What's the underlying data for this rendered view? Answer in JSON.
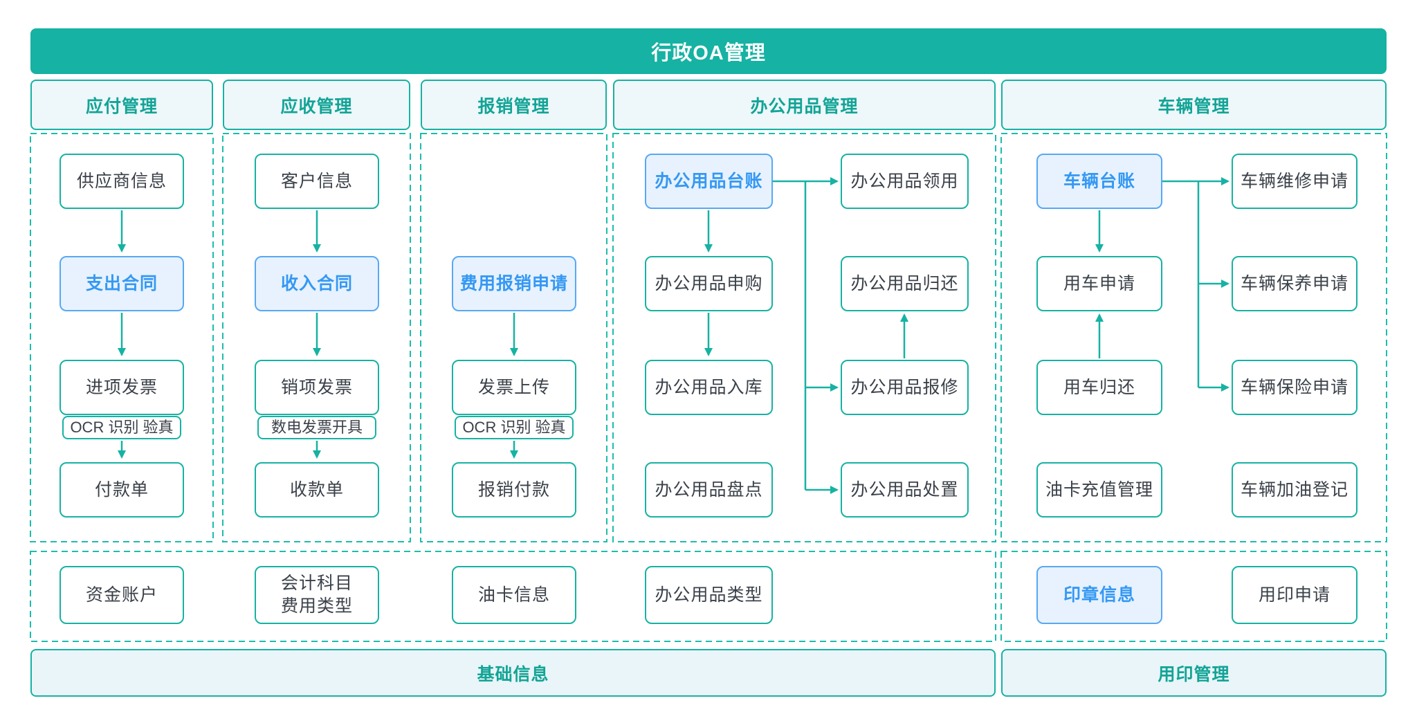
{
  "banner": {
    "title": "行政OA管理"
  },
  "sections": {
    "payable": {
      "header": "应付管理",
      "nodes": {
        "supplier_info": "供应商信息",
        "expense_contract": "支出合同",
        "input_invoice": "进项发票",
        "ocr_verify": "OCR 识别 验真",
        "payment_slip": "付款单"
      }
    },
    "receivable": {
      "header": "应收管理",
      "nodes": {
        "customer_info": "客户信息",
        "income_contract": "收入合同",
        "output_invoice": "销项发票",
        "digital_invoice_issue": "数电发票开具",
        "receipt_slip": "收款单"
      }
    },
    "reimburse": {
      "header": "报销管理",
      "nodes": {
        "expense_claim": "费用报销申请",
        "invoice_upload": "发票上传",
        "ocr_verify": "OCR 识别 验真",
        "reimburse_payment": "报销付款"
      }
    },
    "office_supplies": {
      "header": "办公用品管理",
      "nodes": {
        "ledger": "办公用品台账",
        "purchase_request": "办公用品申购",
        "inbound": "办公用品入库",
        "stocktake": "办公用品盘点",
        "requisition": "办公用品领用",
        "return": "办公用品归还",
        "repair": "办公用品报修",
        "disposal": "办公用品处置"
      }
    },
    "vehicle": {
      "header": "车辆管理",
      "nodes": {
        "ledger": "车辆台账",
        "use_apply": "用车申请",
        "use_return": "用车归还",
        "fuel_card_recharge": "油卡充值管理",
        "repair_apply": "车辆维修申请",
        "maintenance_apply": "车辆保养申请",
        "insurance_apply": "车辆保险申请",
        "refuel_register": "车辆加油登记"
      }
    }
  },
  "base_info": {
    "header": "基础信息",
    "nodes": {
      "fund_account": "资金账户",
      "accounting_subject_line1": "会计科目",
      "accounting_subject_line2": "费用类型",
      "fuel_card_info": "油卡信息",
      "office_supply_type": "办公用品类型"
    }
  },
  "seal_mgmt": {
    "header": "用印管理",
    "nodes": {
      "seal_info": "印章信息",
      "seal_apply": "用印申请"
    }
  },
  "colors": {
    "teal": "#16b2a3",
    "teal_dashed": "#1cbcad",
    "highlight_border": "#57a8f3",
    "highlight_bg": "#e7f2fe",
    "highlight_text": "#3598f3",
    "node_text": "#3b4149",
    "header_bg": "#eef7fa",
    "footer_bg": "#e9f5f8",
    "banner_text": "#ffffff"
  }
}
